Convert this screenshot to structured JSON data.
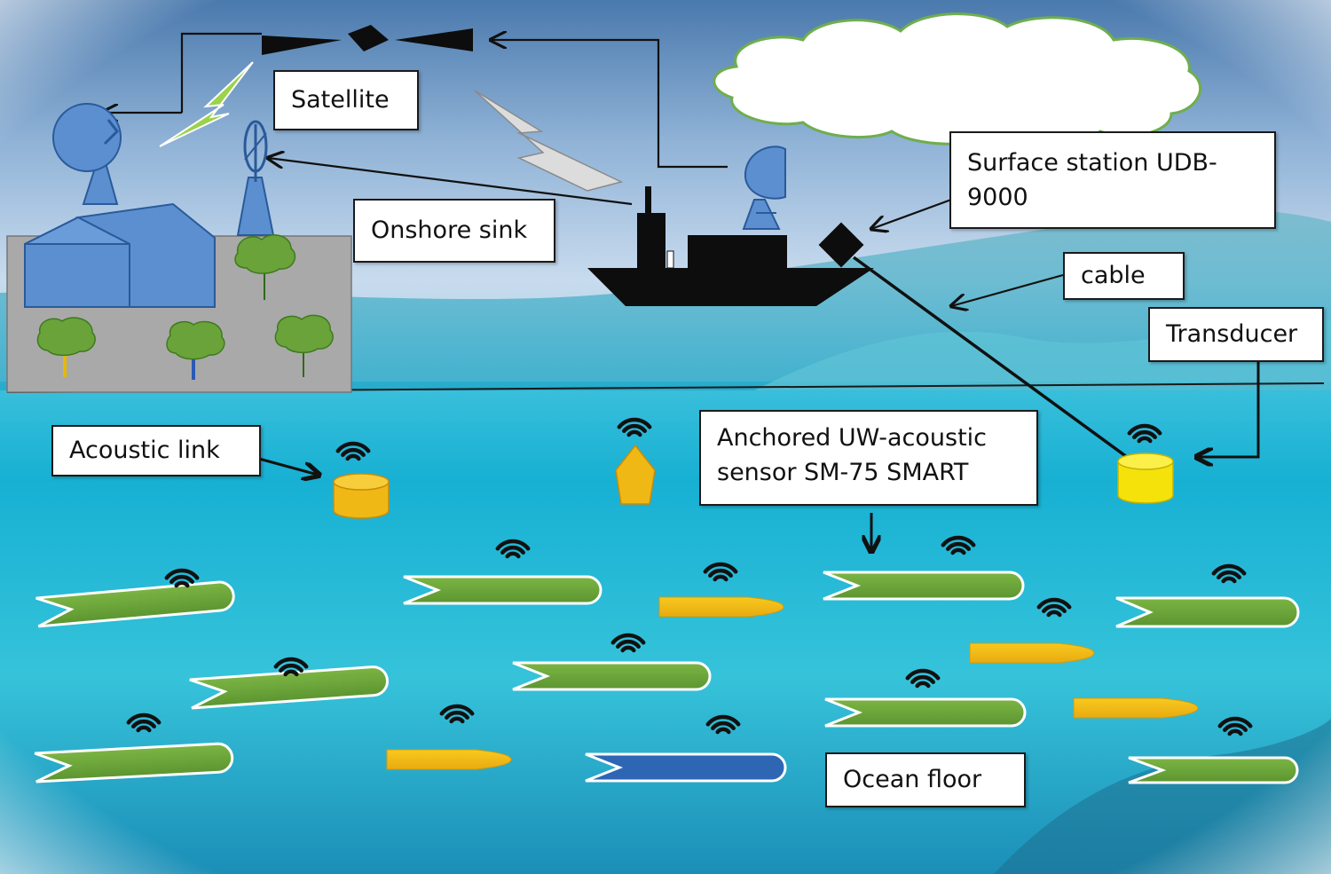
{
  "labels": {
    "satellite": "Satellite",
    "onshore_sink": "Onshore sink",
    "surface_station": "Surface station UDB-9000",
    "cable": "cable",
    "transducer": "Transducer",
    "acoustic_link": "Acoustic link",
    "anchored_sensor": "Anchored UW-acoustic sensor SM-75 SMART",
    "ocean_floor": "Ocean floor"
  },
  "colors": {
    "sky_top": "#4f7fb2",
    "sky_light": "#c9dcee",
    "sea_surface": "#7fd2e0",
    "sea_mid": "#1fb2d2",
    "sea_deep": "#0d7fb1",
    "land": "#a9a9a9",
    "buildings": "#5b8fd0",
    "sensor_green": "#6aa33a",
    "sensor_yellow": "#f3bd17",
    "sensor_blue": "#2e66b4",
    "buoy_yellow": "#f4e20a",
    "lightning": "#9bd24a",
    "ship": "#0d0d0d"
  }
}
